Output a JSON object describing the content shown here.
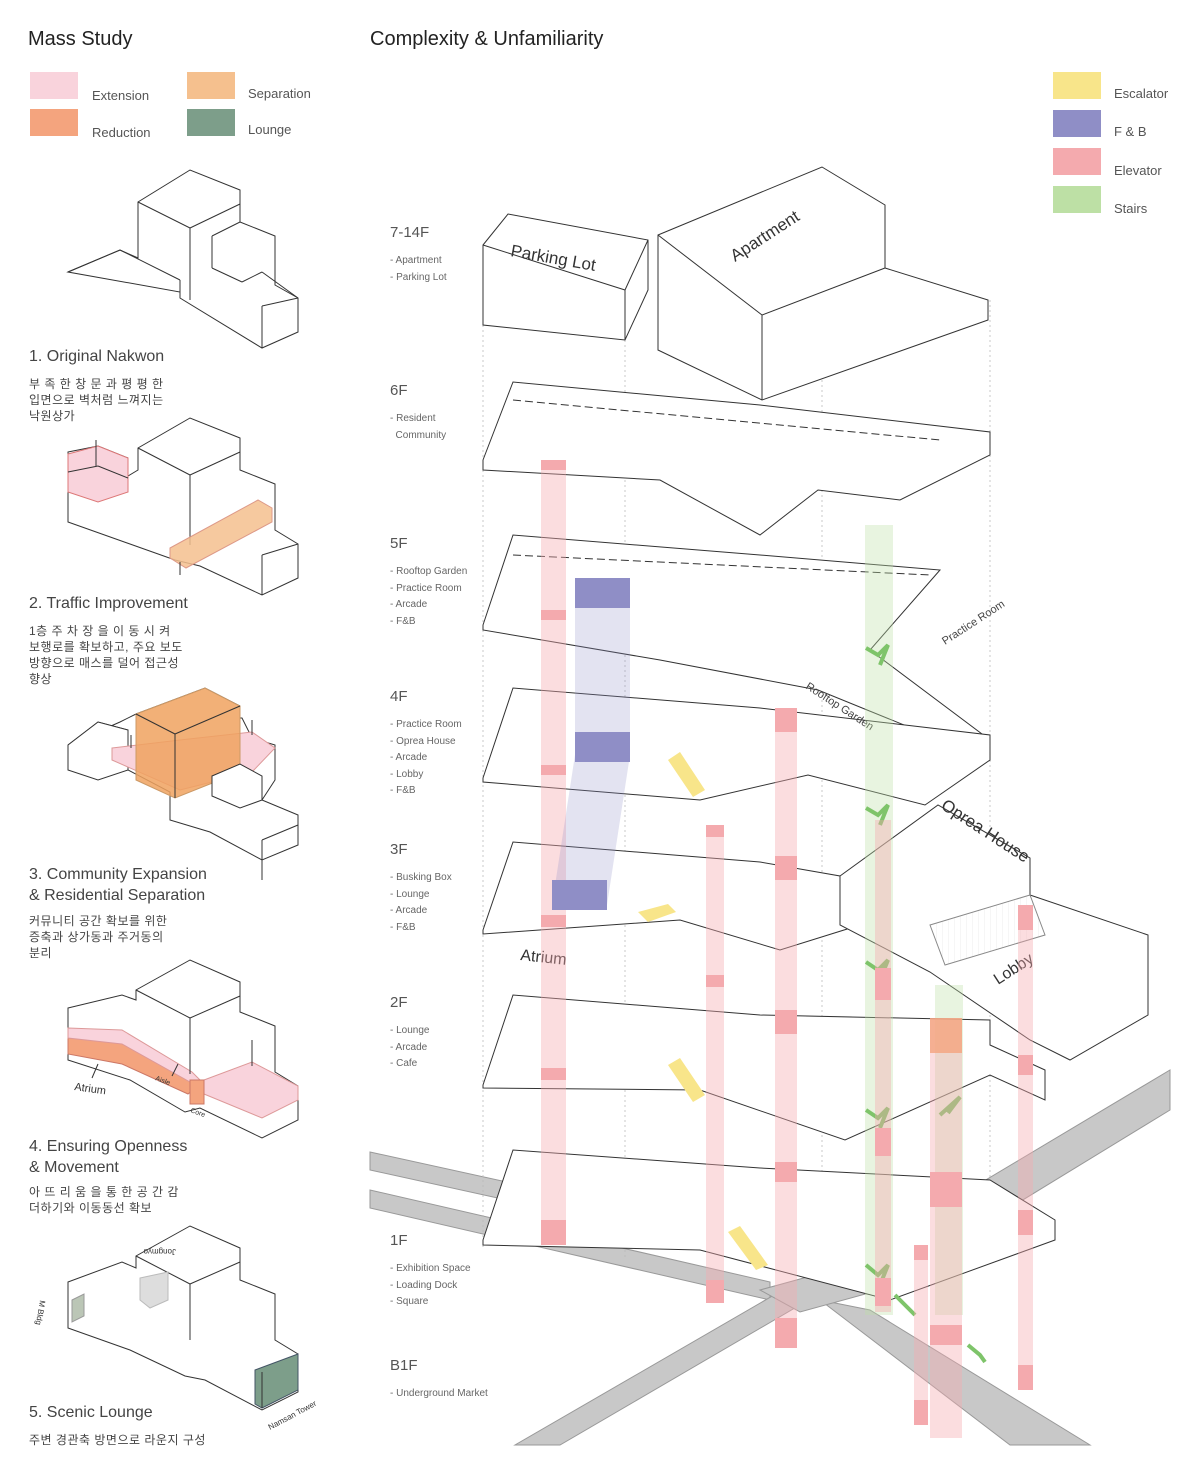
{
  "left": {
    "title": "Mass Study",
    "legend": [
      {
        "label": "Extension",
        "color": "#f9d3dc"
      },
      {
        "label": "Separation",
        "color": "#f5c08e"
      },
      {
        "label": "Reduction",
        "color": "#f4a47e"
      },
      {
        "label": "Lounge",
        "color": "#7d9e8a"
      }
    ],
    "steps": [
      {
        "title": "1. Original Nakwon",
        "desc": "부 족 한  창 문 과  평 평 한\n입면으로 벽처럼 느껴지는\n낙원상가"
      },
      {
        "title": "2. Traffic Improvement",
        "desc": "1층  주 차 장 을  이 동 시 켜\n보행로를 확보하고, 주요 보도\n방향으로 매스를 덜어 접근성\n향상"
      },
      {
        "title": "3. Community Expansion\n& Residential Separation",
        "desc": "커뮤니티 공간 확보를 위한\n증축과 상가동과 주거동의\n분리"
      },
      {
        "title": "4. Ensuring Openness\n& Movement",
        "desc": "아 뜨 리 움 을  통 한  공 간 감\n더하기와 이동동선 확보"
      },
      {
        "title": "5. Scenic Lounge",
        "desc": "주변 경관축 방면으로 라운지 구성"
      }
    ],
    "diagram_labels": {
      "atrium": "Atrium",
      "aisle": "Aisle",
      "core": "Core",
      "namsan": "Namsan Tower",
      "m_bldg": "M Bldg",
      "jongmyo": "Jongmyo"
    }
  },
  "right": {
    "title": "Complexity & Unfamiliarity",
    "legend": [
      {
        "label": "Escalator",
        "color": "#f8e58a"
      },
      {
        "label": "F & B",
        "color": "#8f8ec6"
      },
      {
        "label": "Elevator",
        "color": "#f4aaae"
      },
      {
        "label": "Stairs",
        "color": "#bde0a5"
      }
    ],
    "floors": [
      {
        "label": "7-14F",
        "items": [
          "- Apartment",
          "- Parking Lot"
        ]
      },
      {
        "label": "6F",
        "items": [
          "- Resident",
          "  Community"
        ]
      },
      {
        "label": "5F",
        "items": [
          "- Rooftop Garden",
          "- Practice Room",
          "- Arcade",
          "- F&B"
        ]
      },
      {
        "label": "4F",
        "items": [
          "- Practice Room",
          "- Oprea House",
          "- Arcade",
          "- Lobby",
          "- F&B"
        ]
      },
      {
        "label": "3F",
        "items": [
          "- Busking Box",
          "- Lounge",
          "- Arcade",
          "- F&B"
        ]
      },
      {
        "label": "2F",
        "items": [
          "- Lounge",
          "- Arcade",
          "- Cafe"
        ]
      },
      {
        "label": "1F",
        "items": [
          "- Exhibition Space",
          "- Loading Dock",
          "- Square"
        ]
      },
      {
        "label": "B1F",
        "items": [
          "- Underground Market"
        ]
      }
    ],
    "building_labels": {
      "parking": "Parking Lot",
      "apartment": "Apartment",
      "practice_room": "Practice Room",
      "rooftop_garden": "Rooftop Garden",
      "oprea_house": "Oprea House",
      "lobby": "Lobby",
      "atrium": "Atrium"
    }
  }
}
